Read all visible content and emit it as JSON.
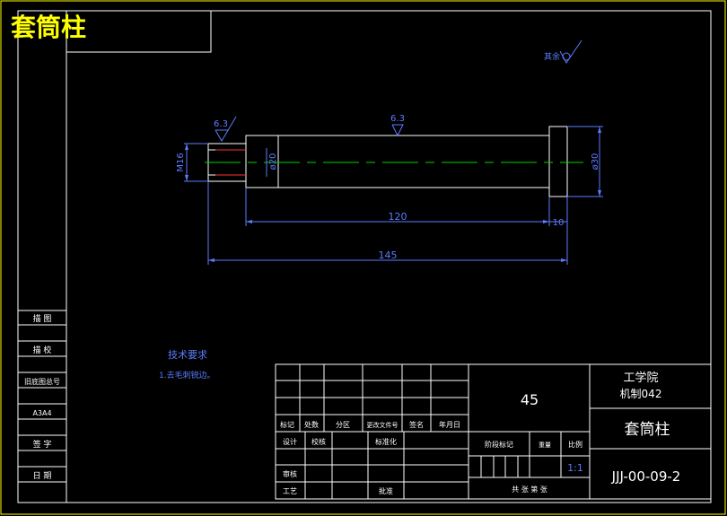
{
  "title": "套筒柱",
  "roughness": {
    "general": "其余",
    "left": "6.3",
    "middle": "6.3"
  },
  "dimensions": {
    "thread": "M16",
    "dia_shaft": "ø20",
    "dia_collar": "ø30",
    "len_shaft": "120",
    "len_collar": "10",
    "len_total": "145"
  },
  "notes": {
    "heading": "技术要求",
    "item1": "1.去毛刺锐边。"
  },
  "left_column": {
    "r1": "描 图",
    "r2": "描 校",
    "r3": "旧底图总号",
    "r4": "A3A4",
    "r5": "签 字",
    "r6": "日 期"
  },
  "titleblock": {
    "h_mark": "标记",
    "h_count": "处数",
    "h_zone": "分区",
    "h_docno": "更改文件号",
    "h_sign": "签名",
    "h_date": "年月日",
    "design": "设计",
    "drafting": "校核",
    "standard": "标准化",
    "review": "审核",
    "process": "工艺",
    "approve": "批准",
    "material": "45",
    "stage": "阶段标记",
    "weight": "重量",
    "scale_label": "比例",
    "scale": "1:1",
    "sheets": "共 张 第 张",
    "org1": "工学院",
    "org2": "机制042",
    "part_name": "套筒柱",
    "code": "JJJ-00-09-2"
  },
  "colors": {
    "frame": "#ffff00",
    "lines": "#ffffff",
    "dimension": "#5b7dff",
    "centerline": "#00d400",
    "title": "#ffff00"
  }
}
